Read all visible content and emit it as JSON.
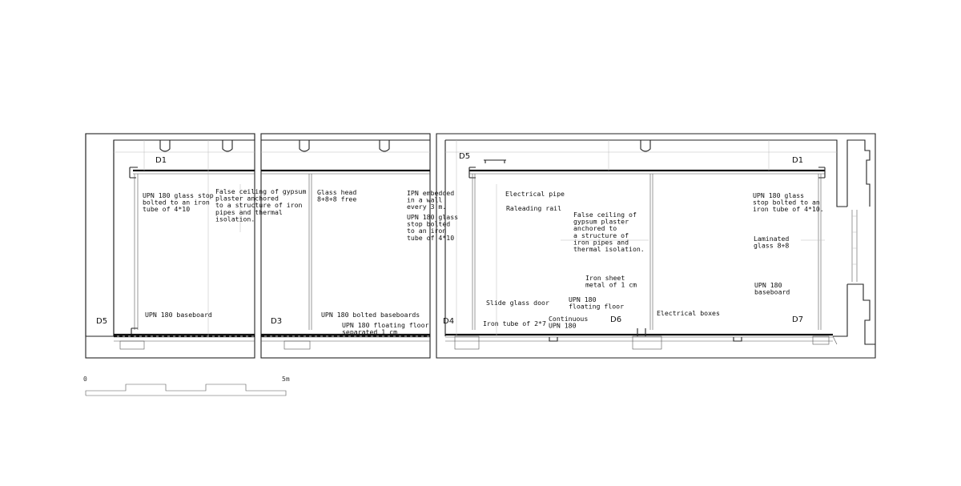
{
  "detail_tags": {
    "d1_left": "D1",
    "d5_left": "D5",
    "d3": "D3",
    "d5_right": "D5",
    "d1_right": "D1",
    "d4": "D4",
    "d6": "D6",
    "d7": "D7"
  },
  "notes": {
    "upn_glass_stop_left": [
      "UPN 180 glass stop",
      "bolted to an iron",
      "tube of 4*10"
    ],
    "false_ceiling_left": [
      "False ceiling of gypsum",
      "plaster anchored",
      "to a structure of iron",
      "pipes and thermal",
      "isolation."
    ],
    "glass_head": [
      "Glass head",
      "8+8+8 free"
    ],
    "ipn_embedded": [
      "IPN embedded",
      "in a wall",
      "every 3 m."
    ],
    "upn_glass_stop_mid": [
      "UPN 180 glass",
      "stop bolted",
      "to an iron",
      "tube of 4*10"
    ],
    "electrical_pipe": [
      "Electrical pipe"
    ],
    "raleading_rail": [
      "Raleading rail"
    ],
    "false_ceiling_right": [
      "False ceiling of",
      "gypsum plaster",
      "anchored to",
      "a structure of",
      "iron pipes and",
      "thermal isolation."
    ],
    "upn_glass_stop_right": [
      "UPN 180 glass",
      "stop bolted to an",
      "iron tube of 4*10."
    ],
    "laminated_glass": [
      "Laminated",
      "glass 8+8"
    ],
    "iron_sheet": [
      "Iron sheet",
      "metal of 1 cm"
    ],
    "upn_floating": [
      "UPN 180",
      "floating floor"
    ],
    "upn_baseboard_right": [
      "UPN 180",
      "baseboard"
    ],
    "slide_glass_door": [
      "Slide glass door"
    ],
    "iron_tube": [
      "Iron tube of 2*7"
    ],
    "continuous_upn": [
      "Continuous",
      "UPN 180"
    ],
    "electrical_boxes": [
      "Electrical boxes"
    ],
    "upn_baseboard_left": [
      "UPN 180 baseboard"
    ],
    "upn_bolted_baseboards": [
      "UPN 180 bolted baseboards"
    ],
    "upn_floating_separated": [
      "UPN 180 floating floor",
      "separated 1 cm"
    ]
  },
  "scale_bar": {
    "start": "0",
    "end": "5m"
  }
}
